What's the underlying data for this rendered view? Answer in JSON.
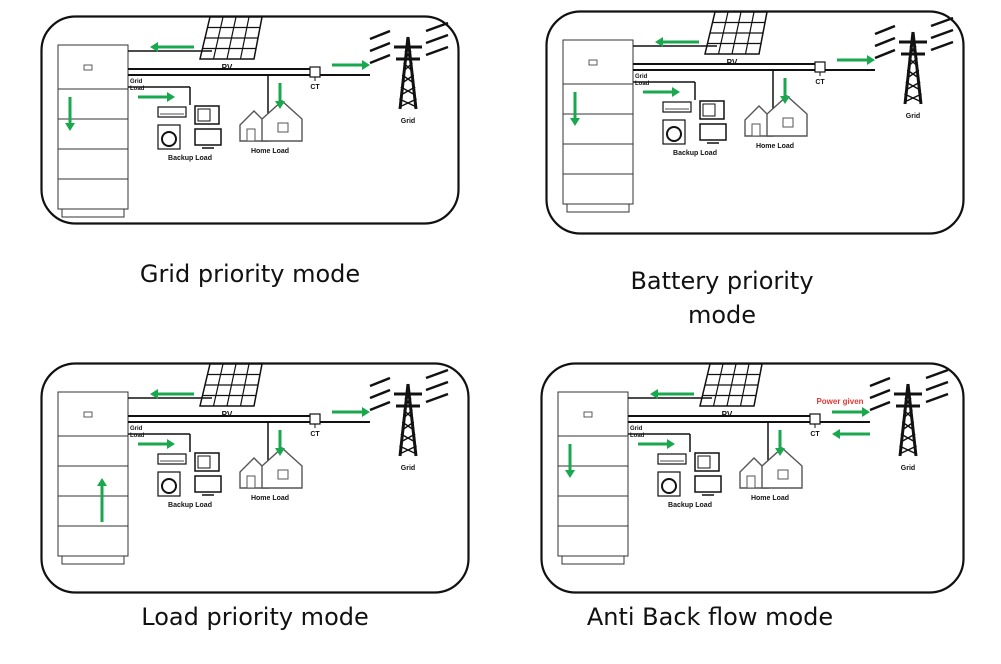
{
  "labels": {
    "pv": "PV",
    "grid_load": "Grid\nLoad",
    "ct": "CT",
    "grid": "Grid",
    "home_load": "Home Load",
    "backup_load": "Backup Load"
  },
  "colors": {
    "flow_arrow": "#1aa84f",
    "line": "#111111",
    "power_given": "#e53935"
  },
  "panels": [
    {
      "caption": "Grid priority mode",
      "flows": [
        "pv-to-battery",
        "ct-to-grid",
        "backup-right",
        "home-down",
        "battery-down"
      ]
    },
    {
      "caption": "Battery priority\nmode",
      "flows": [
        "pv-to-battery",
        "ct-to-grid",
        "backup-right",
        "home-down",
        "battery-down"
      ]
    },
    {
      "caption": "Load priority mode",
      "flows": [
        "pv-to-battery",
        "ct-to-grid",
        "backup-right",
        "home-down",
        "battery-up"
      ]
    },
    {
      "caption": "Anti Back flow mode",
      "annotation": "Power given",
      "flows": [
        "pv-to-battery",
        "ct-to-grid",
        "grid-to-ct",
        "backup-right",
        "home-down",
        "battery-down"
      ]
    }
  ]
}
